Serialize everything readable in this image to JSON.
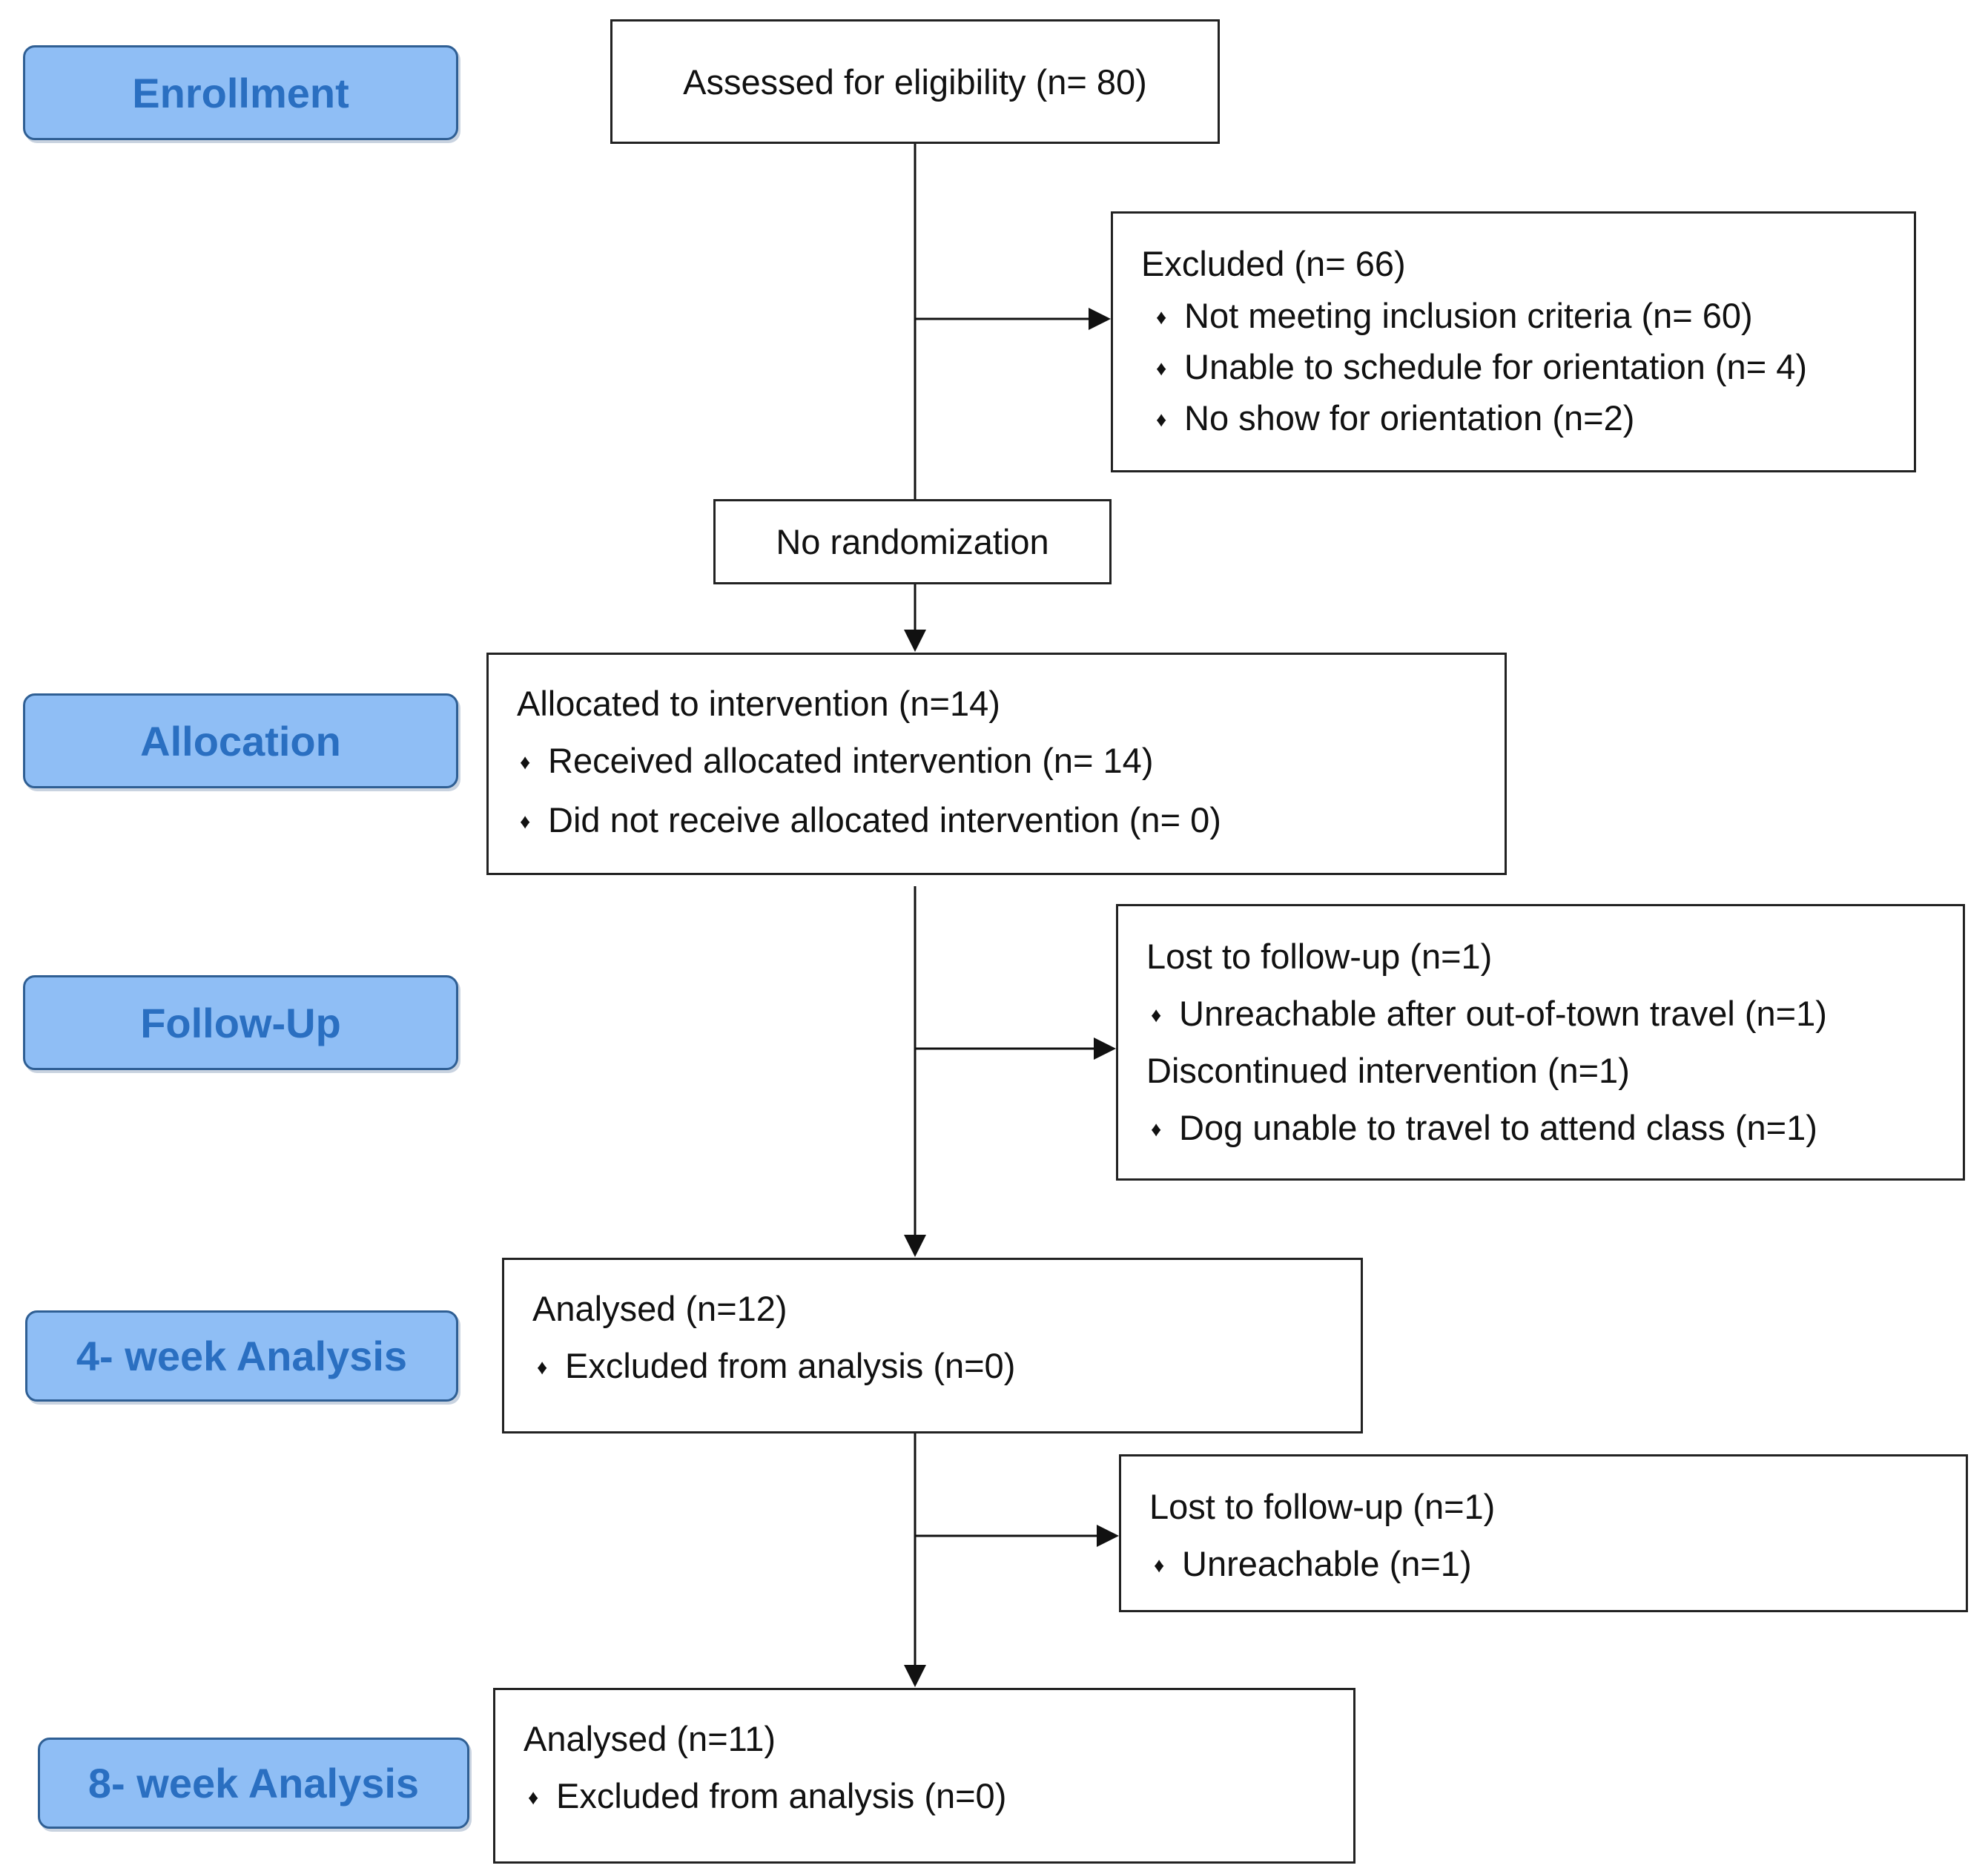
{
  "stages": {
    "enrollment": "Enrollment",
    "allocation": "Allocation",
    "follow_up": "Follow-Up",
    "week4": "4- week Analysis",
    "week8": "8- week Analysis"
  },
  "assessed": "Assessed for eligibility (n= 80)",
  "excluded": {
    "title": "Excluded (n= 66)",
    "items": [
      "Not meeting inclusion criteria (n=  60)",
      "Unable to schedule for orientation (n= 4)",
      "No show for orientation (n=2)"
    ]
  },
  "no_randomization": "No randomization",
  "allocated": {
    "title": "Allocated to intervention (n=14)",
    "items": [
      "Received allocated intervention (n= 14)",
      "Did not receive allocated intervention (n= 0)"
    ]
  },
  "follow_up_losses": {
    "lost_title": "Lost to follow-up (n=1)",
    "lost_item": "Unreachable after out-of-town travel (n=1)",
    "discontinued_title": "Discontinued intervention (n=1)",
    "discontinued_item": "Dog unable to travel to attend class (n=1)"
  },
  "analysed_4week": {
    "title": "Analysed (n=12)",
    "item": "Excluded from analysis (n=0)"
  },
  "lost_after_4week": {
    "title": "Lost to follow-up (n=1)",
    "item": "Unreachable (n=1)"
  },
  "analysed_8week": {
    "title": "Analysed (n=11)",
    "item": "Excluded from analysis (n=0)"
  }
}
